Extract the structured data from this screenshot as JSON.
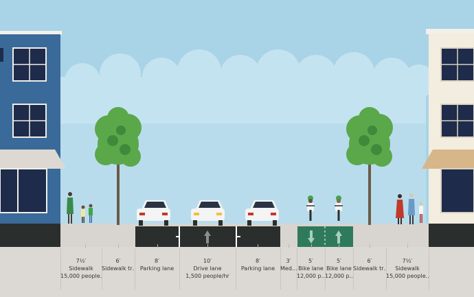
{
  "colors": {
    "sky": "#a9d3e6",
    "cloud": "#c4e3f0",
    "building_left": "#3a6a9a",
    "building_right": "#f3ede0",
    "sidewalk": "#d8d4cf",
    "asphalt": "#2a2e2d",
    "bike_lane": "#2f7a5c",
    "tree": "#5aa84a"
  },
  "segments": [
    {
      "width": "7½′",
      "name": "Sidewalk",
      "capacity": "15,000 people…"
    },
    {
      "width": "6′",
      "name": "Sidewalk tr…",
      "capacity": ""
    },
    {
      "width": "8′",
      "name": "Parking lane",
      "capacity": ""
    },
    {
      "width": "10′",
      "name": "Drive lane",
      "capacity": "1,500 people/hr"
    },
    {
      "width": "8′",
      "name": "Parking lane",
      "capacity": ""
    },
    {
      "width": "3′",
      "name": "Med…",
      "capacity": ""
    },
    {
      "width": "5′",
      "name": "Bike lane",
      "capacity": "12,000 p…"
    },
    {
      "width": "5′",
      "name": "Bike lane",
      "capacity": "12,000 p…"
    },
    {
      "width": "6′",
      "name": "Sidewalk tr…",
      "capacity": ""
    },
    {
      "width": "7½′",
      "name": "Sidewalk",
      "capacity": "15,000 people…"
    }
  ],
  "icons": [
    "tree-icon",
    "car-icon",
    "cyclist-icon",
    "pedestrian-icon",
    "arrow-up-icon",
    "arrow-down-icon"
  ]
}
